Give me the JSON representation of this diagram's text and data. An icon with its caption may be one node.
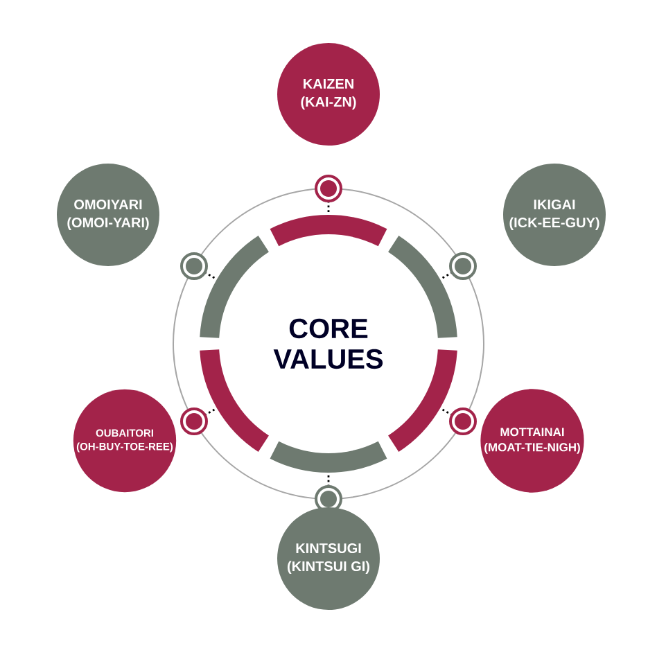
{
  "diagram": {
    "nodes": [
      {
        "text": [
          "CORE VALUES"
        ]
      },
      {
        "text": [
          "KAIZEN",
          "(KAI-ZN)"
        ]
      },
      {
        "text": [
          "IKIGAI",
          "(ICK-EE-GUY)"
        ]
      },
      {
        "text": [
          "MOTTAINAI",
          "(MOAT-TIE-NIGH)"
        ]
      },
      {
        "text": [
          "KINTSUGI",
          "(KINTSUI GI)"
        ]
      },
      {
        "text": [
          "OUBAITORI",
          "(OH-BUY-TOE-REE)"
        ]
      },
      {
        "text": [
          "OMOIYARI",
          "(OMOI-YARI)"
        ]
      }
    ]
  }
}
